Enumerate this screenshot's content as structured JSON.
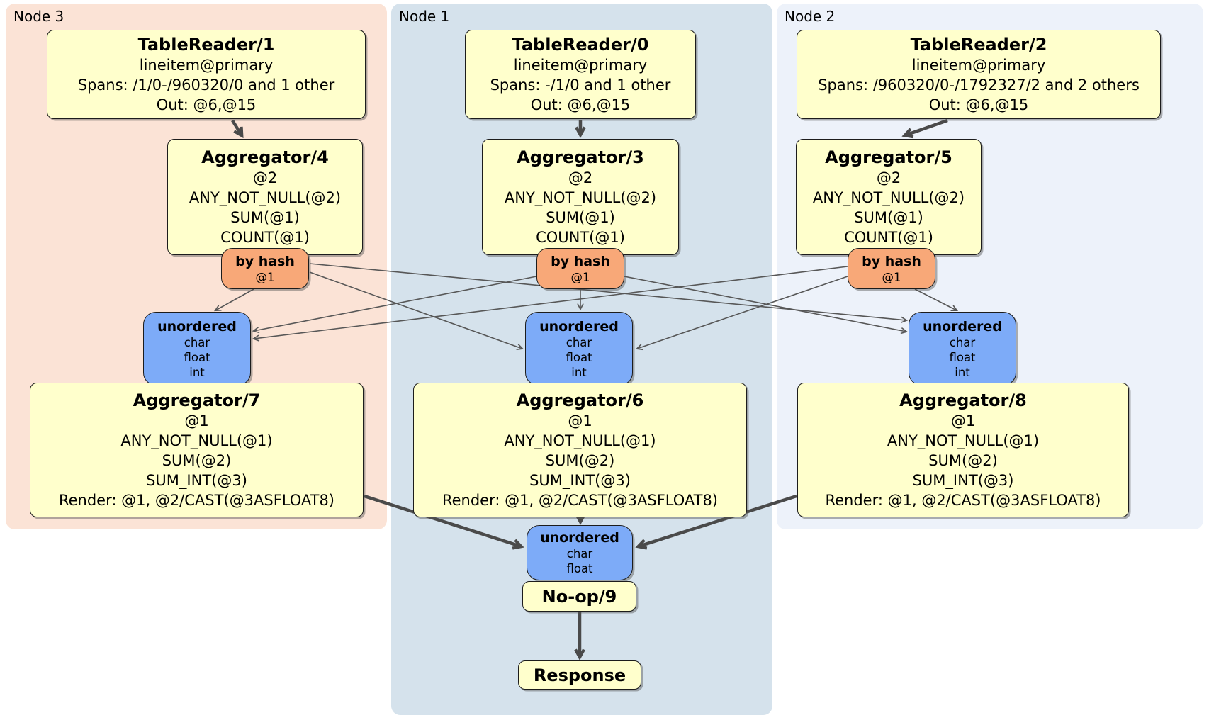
{
  "colors": {
    "node3_bg": "#fbe3d6",
    "node1_bg": "#d5e2ec",
    "node2_bg": "#edf2fa",
    "operator_box": "#ffffcc",
    "router_box": "#f8a878",
    "sync_box": "#7dabf8",
    "thick_arrow": "#4a4a4a",
    "thin_arrow": "#575757"
  },
  "nodes": [
    {
      "label": "Node 3",
      "table_reader": {
        "title": "TableReader/1",
        "lines": [
          "lineitem@primary",
          "Spans: /1/0-/960320/0 and 1 other",
          "Out: @6,@15"
        ]
      },
      "aggregator_stage1": {
        "title": "Aggregator/4",
        "lines": [
          "@2",
          "ANY_NOT_NULL(@2)",
          "SUM(@1)",
          "COUNT(@1)"
        ]
      },
      "router": {
        "title": "by hash",
        "lines": [
          "@1"
        ]
      },
      "sync": {
        "title": "unordered",
        "lines": [
          "char",
          "float",
          "int"
        ]
      },
      "aggregator_stage2": {
        "title": "Aggregator/7",
        "lines": [
          "@1",
          "ANY_NOT_NULL(@1)",
          "SUM(@2)",
          "SUM_INT(@3)",
          "Render: @1, @2/CAST(@3ASFLOAT8)"
        ]
      }
    },
    {
      "label": "Node 1",
      "table_reader": {
        "title": "TableReader/0",
        "lines": [
          "lineitem@primary",
          "Spans: -/1/0 and 1 other",
          "Out: @6,@15"
        ]
      },
      "aggregator_stage1": {
        "title": "Aggregator/3",
        "lines": [
          "@2",
          "ANY_NOT_NULL(@2)",
          "SUM(@1)",
          "COUNT(@1)"
        ]
      },
      "router": {
        "title": "by hash",
        "lines": [
          "@1"
        ]
      },
      "sync": {
        "title": "unordered",
        "lines": [
          "char",
          "float",
          "int"
        ]
      },
      "aggregator_stage2": {
        "title": "Aggregator/6",
        "lines": [
          "@1",
          "ANY_NOT_NULL(@1)",
          "SUM(@2)",
          "SUM_INT(@3)",
          "Render: @1, @2/CAST(@3ASFLOAT8)"
        ]
      }
    },
    {
      "label": "Node 2",
      "table_reader": {
        "title": "TableReader/2",
        "lines": [
          "lineitem@primary",
          "Spans: /960320/0-/1792327/2 and 2 others",
          "Out: @6,@15"
        ]
      },
      "aggregator_stage1": {
        "title": "Aggregator/5",
        "lines": [
          "@2",
          "ANY_NOT_NULL(@2)",
          "SUM(@1)",
          "COUNT(@1)"
        ]
      },
      "router": {
        "title": "by hash",
        "lines": [
          "@1"
        ]
      },
      "sync": {
        "title": "unordered",
        "lines": [
          "char",
          "float",
          "int"
        ]
      },
      "aggregator_stage2": {
        "title": "Aggregator/8",
        "lines": [
          "@1",
          "ANY_NOT_NULL(@1)",
          "SUM(@2)",
          "SUM_INT(@3)",
          "Render: @1, @2/CAST(@3ASFLOAT8)"
        ]
      }
    }
  ],
  "final_stage": {
    "sync": {
      "title": "unordered",
      "lines": [
        "char",
        "float"
      ]
    },
    "noop": {
      "title": "No-op/9"
    },
    "response": {
      "title": "Response"
    }
  },
  "edges": [
    {
      "from": "TableReader/1",
      "to": "Aggregator/4"
    },
    {
      "from": "TableReader/0",
      "to": "Aggregator/3"
    },
    {
      "from": "TableReader/2",
      "to": "Aggregator/5"
    },
    {
      "from": "Aggregator/4-by-hash",
      "to": "unordered-node3"
    },
    {
      "from": "Aggregator/4-by-hash",
      "to": "unordered-node1"
    },
    {
      "from": "Aggregator/4-by-hash",
      "to": "unordered-node2"
    },
    {
      "from": "Aggregator/3-by-hash",
      "to": "unordered-node3"
    },
    {
      "from": "Aggregator/3-by-hash",
      "to": "unordered-node1"
    },
    {
      "from": "Aggregator/3-by-hash",
      "to": "unordered-node2"
    },
    {
      "from": "Aggregator/5-by-hash",
      "to": "unordered-node3"
    },
    {
      "from": "Aggregator/5-by-hash",
      "to": "unordered-node1"
    },
    {
      "from": "Aggregator/5-by-hash",
      "to": "unordered-node2"
    },
    {
      "from": "Aggregator/7",
      "to": "unordered-final"
    },
    {
      "from": "Aggregator/6",
      "to": "unordered-final"
    },
    {
      "from": "Aggregator/8",
      "to": "unordered-final"
    },
    {
      "from": "No-op/9",
      "to": "Response"
    }
  ]
}
